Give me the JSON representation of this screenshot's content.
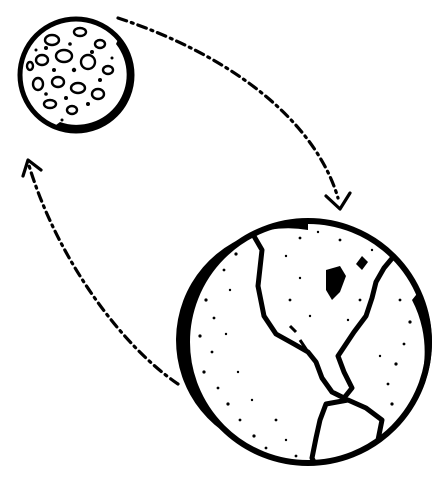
{
  "figure": {
    "background": "#ffffff",
    "ink": "#000000",
    "bodies": [
      {
        "id": "moon",
        "icon": "moon-icon"
      },
      {
        "id": "earth",
        "icon": "earth-icon"
      }
    ],
    "arrows": [
      {
        "from": "moon",
        "to": "earth",
        "style": "dash-dot",
        "icon": "arrowhead-icon"
      },
      {
        "from": "earth",
        "to": "moon",
        "style": "dash-dot",
        "icon": "arrowhead-icon"
      }
    ]
  }
}
